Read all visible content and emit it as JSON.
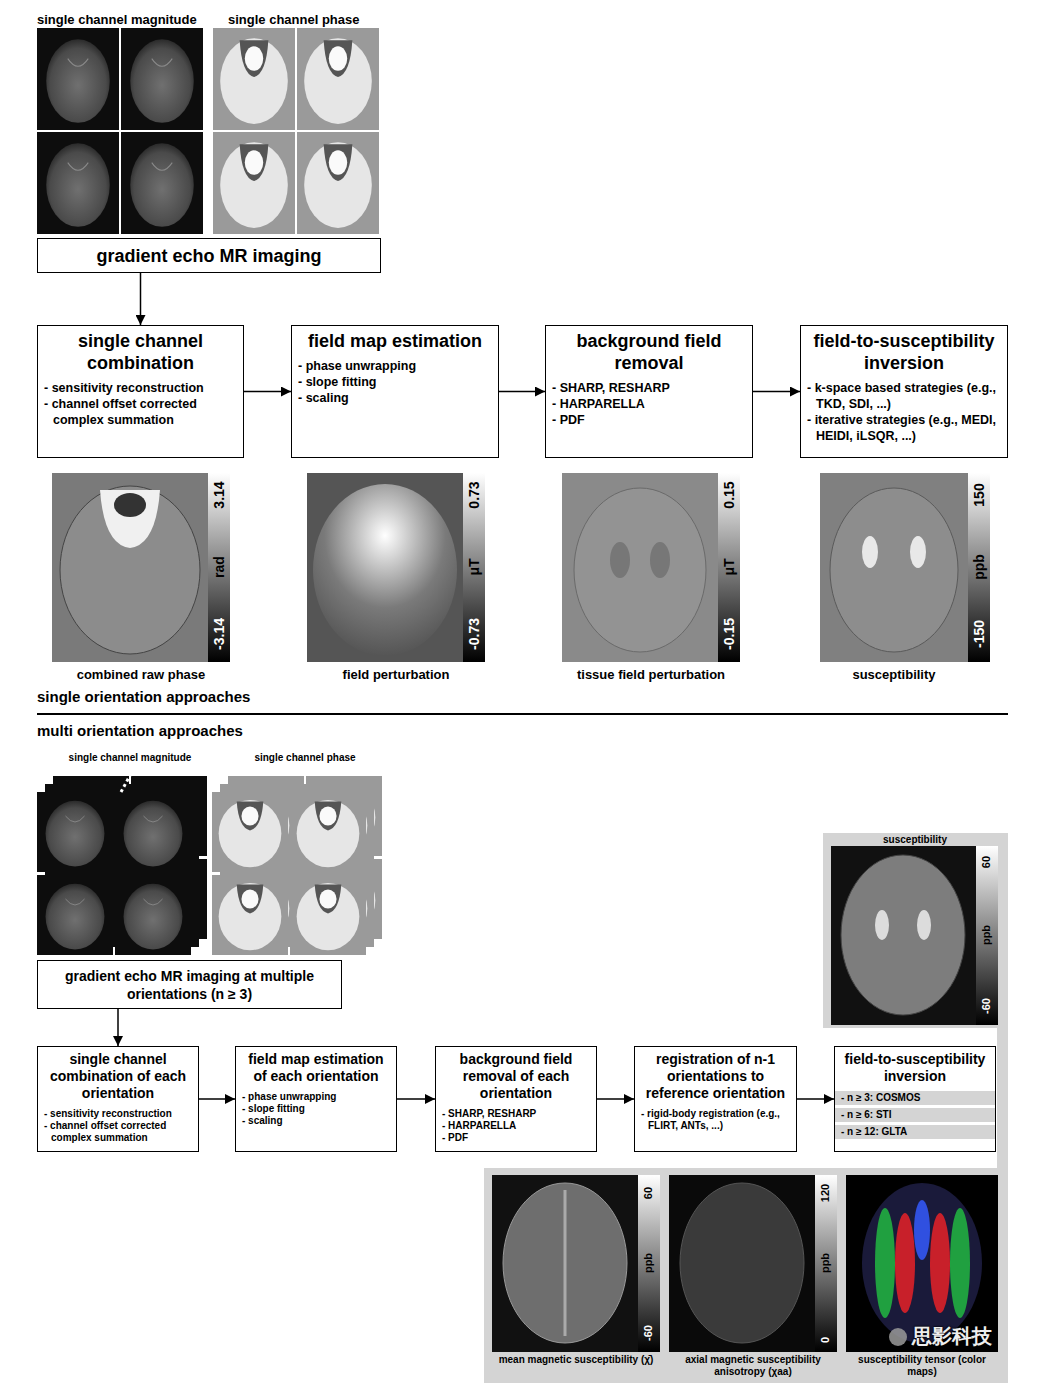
{
  "diagram": {
    "nodes": [
      {
        "text": [
          "gradient echo MR imaging"
        ]
      },
      {
        "text": [
          "single channel combination",
          "- sensitivity reconstruction",
          "- channel offset corrected complex summation"
        ]
      },
      {
        "text": [
          "field map estimation",
          "- phase unwrapping",
          "- slope fitting",
          "- scaling"
        ]
      },
      {
        "text": [
          "background field removal",
          "- SHARP, RESHARP",
          "- HARPARELLA",
          "- PDF"
        ]
      },
      {
        "text": [
          "field-to-susceptibility inversion",
          "- k-space based strategies (e.g., TKD, SDI, ...)",
          "- iterative strategies (e.g., MEDI, HEIDI, iLSQR, ...)"
        ]
      },
      {
        "text": [
          "gradient echo MR imaging at multiple orientations (n ≥ 3)"
        ]
      },
      {
        "text": [
          "single channel combination of each orientation",
          "- sensitivity reconstruction",
          "- channel offset corrected complex summation"
        ]
      },
      {
        "text": [
          "field map estimation of each orientation",
          "- phase unwrapping",
          "- slope fitting",
          "- scaling"
        ]
      },
      {
        "text": [
          "background field removal of each orientation",
          "- SHARP, RESHARP",
          "- HARPARELLA",
          "- PDF"
        ]
      },
      {
        "text": [
          "registration of n-1 orientations to reference orientation",
          "- rigid-body registration (e.g., FLIRT, ANTs, ...)"
        ]
      },
      {
        "text": [
          "field-to-susceptibility inversion",
          "- n ≥ 3: COSMOS",
          "- n ≥ 6: STI",
          "- n ≥ 12: GLTA"
        ]
      }
    ],
    "edges": [
      {
        "from": 0,
        "to": 1,
        "arrow": "to"
      },
      {
        "from": 1,
        "to": 2,
        "arrow": "to"
      },
      {
        "from": 2,
        "to": 3,
        "arrow": "to"
      },
      {
        "from": 3,
        "to": 4,
        "arrow": "to"
      },
      {
        "from": 5,
        "to": 6,
        "arrow": "to"
      },
      {
        "from": 6,
        "to": 7,
        "arrow": "to"
      },
      {
        "from": 7,
        "to": 8,
        "arrow": "to"
      },
      {
        "from": 8,
        "to": 9,
        "arrow": "to"
      },
      {
        "from": 9,
        "to": 10,
        "arrow": "to"
      }
    ],
    "labels": [
      "single channel magnitude",
      "single channel phase",
      "3.14",
      "rad",
      "-3.14",
      "combined raw phase",
      "0.73",
      "μT",
      "-0.73",
      "field perturbation",
      "0.15",
      "μT",
      "-0.15",
      "tissue field perturbation",
      "150",
      "ppb",
      "-150",
      "susceptibility",
      "single orientation approaches",
      "multi orientation approaches",
      "single channel magnitude",
      "single channel phase",
      "susceptibility",
      "60",
      "ppb",
      "-60",
      "60",
      "ppb",
      "-60",
      "mean magnetic susceptibility (χ̄)",
      "120",
      "ppb",
      "0",
      "axial magnetic susceptibility anisotropy (χaa)",
      "susceptibility tensor (color maps)",
      "思影科技"
    ]
  }
}
